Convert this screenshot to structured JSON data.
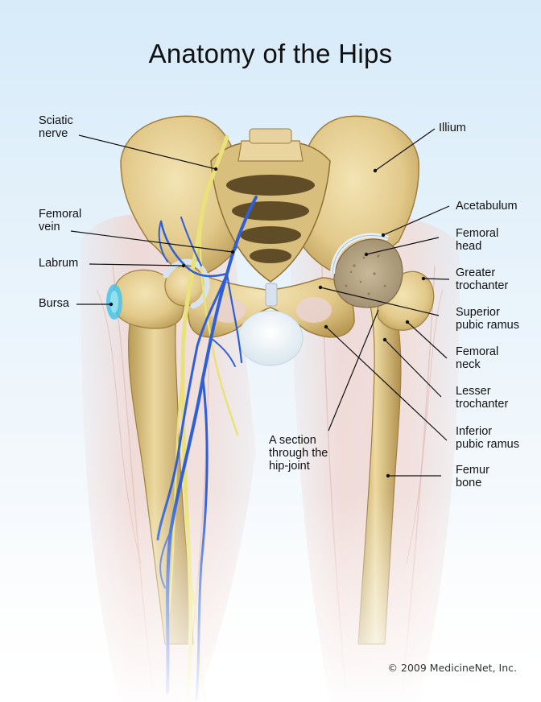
{
  "title": "Anatomy of the Hips",
  "labels": {
    "sciatic_nerve": "Sciatic\nnerve",
    "femoral_vein": "Femoral\nvein",
    "labrum": "Labrum",
    "bursa": "Bursa",
    "illium": "Illium",
    "acetabulum": "Acetabulum",
    "femoral_head": "Femoral\nhead",
    "greater_trochanter": "Greater\ntrochanter",
    "superior_pubic_ramus": "Superior\npubic ramus",
    "femoral_neck": "Femoral\nneck",
    "lesser_trochanter": "Lesser\ntrochanter",
    "inferior_pubic_ramus": "Inferior\npubic ramus",
    "section_hip_joint": "A section\nthrough the\nhip-joint",
    "femur_bone": "Femur\nbone"
  },
  "copyright": "© 2009 MedicineNet, Inc.",
  "colors": {
    "bone": "#e4cf94",
    "bone_shadow": "#a98b46",
    "vein": "#2f5fd6",
    "nerve": "#e9e27a",
    "muscle": "#f0d8d4",
    "cartilage": "#c6dcea",
    "bursa": "#49c4e8"
  }
}
